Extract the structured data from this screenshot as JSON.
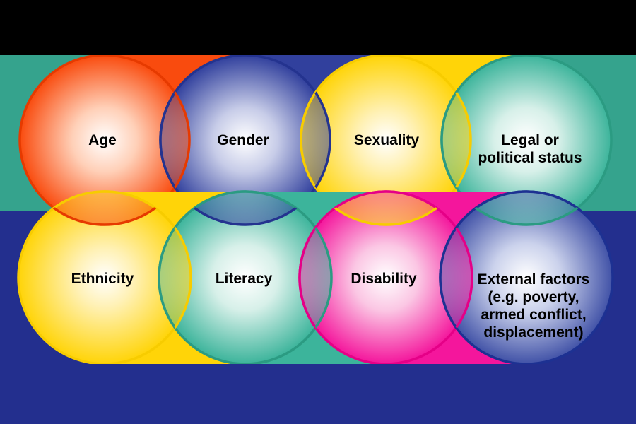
{
  "diagram": {
    "type": "venn-intersectionality",
    "labels": {
      "age": "Age",
      "gender": "Gender",
      "sexuality": "Sexuality",
      "legal_line1": "Legal or",
      "legal_line2": "political status",
      "ethnicity": "Ethnicity",
      "literacy": "Literacy",
      "disability": "Disability",
      "external_line1": "External factors",
      "external_line2": "(e.g. poverty,",
      "external_line3": "armed conflict,",
      "external_line4": "displacement)"
    }
  },
  "palette": {
    "band_black": "#000000",
    "band_teal": "#35A38D",
    "band_blue": "#232F8E",
    "label_color": "#000000",
    "age": {
      "fill": "#F94B0E",
      "stroke": "#E63A00"
    },
    "gender": {
      "fill": "#31409D",
      "stroke": "#24338F"
    },
    "sexuality": {
      "fill": "#FFD408",
      "stroke": "#F7CC00"
    },
    "legal": {
      "fill": "#3CB49B",
      "stroke": "#2B9B82"
    },
    "ethnicity": {
      "fill": "#FFD408",
      "stroke": "#F7CC00"
    },
    "literacy": {
      "fill": "#3CB49B",
      "stroke": "#2B9B82"
    },
    "disability": {
      "fill": "#F4169C",
      "stroke": "#E50087"
    },
    "external": {
      "fill": "#4152A7",
      "stroke": "#1D3192"
    }
  }
}
